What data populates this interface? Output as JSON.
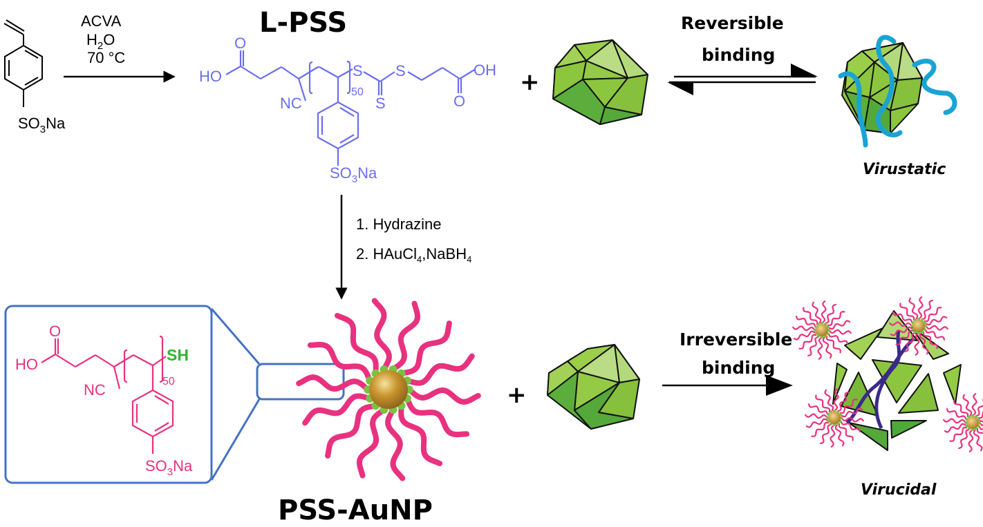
{
  "colors": {
    "lpss": "#6a6ef0",
    "pink": "#e8317f",
    "sh_green": "#2fb52f",
    "box_blue": "#4472c4",
    "virus_light": "#a7d35a",
    "virus_mid": "#8cc63f",
    "virus_dark": "#4fa83a",
    "strand_cyan": "#1aa3d4",
    "strand_purple": "#3a2a8a",
    "gold": "#c9952e",
    "ligand_green": "#7cc142"
  },
  "monomer": {
    "substituent": "SO",
    "sub3": "3",
    "counter": "Na"
  },
  "step1": {
    "reagent": "ACVA",
    "solvent_main": "H",
    "solvent_sub": "2",
    "solvent_end": "O",
    "temperature": "70 °C"
  },
  "lpss": {
    "title": "L-PSS",
    "ho": "HO",
    "oh": "OH",
    "o1": "O",
    "o2": "O",
    "nc": "NC",
    "s1": "S",
    "s2": "S",
    "s3": "S",
    "repeat": "50",
    "sulfonate": "SO",
    "sulfonate_sub": "3",
    "sulfonate_na": "Na"
  },
  "plus": "+",
  "reversible": {
    "line1": "Reversible",
    "line2": "binding",
    "outcome": "Virustatic"
  },
  "step2": {
    "line1": "1. Hydrazine",
    "line2_pre": "2. HAuCl",
    "line2_sub1": "4",
    "line2_mid": ",NaBH",
    "line2_sub2": "4"
  },
  "inset": {
    "ho": "HO",
    "o": "O",
    "nc": "NC",
    "sh": "SH",
    "repeat": "50",
    "sulfonate": "SO",
    "sulfonate_sub": "3",
    "sulfonate_na": "Na"
  },
  "aunp": {
    "title": "PSS-AuNP"
  },
  "irreversible": {
    "line1": "Irreversible",
    "line2": "binding",
    "outcome": "Virucidal"
  }
}
